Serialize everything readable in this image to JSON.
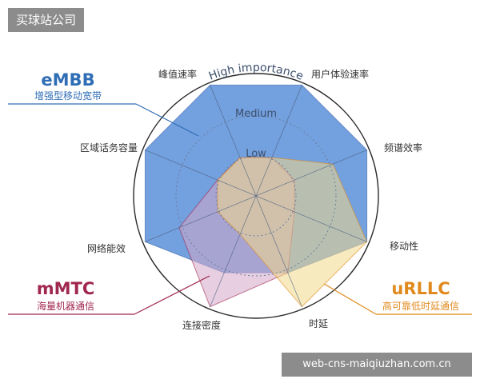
{
  "watermark_top": "买球站公司",
  "watermark_bottom": "web-cns-maiqiuzhan.com.cn",
  "levels": [
    "Low",
    "Medium",
    "High importance"
  ],
  "axes": [
    {
      "label": "峰值速率"
    },
    {
      "label": "用户体验速率"
    },
    {
      "label": "频谱效率"
    },
    {
      "label": "移动性"
    },
    {
      "label": "时延"
    },
    {
      "label": "连接密度"
    },
    {
      "label": "网络能效"
    },
    {
      "label": "区域话务容量"
    }
  ],
  "scenarios": [
    {
      "key": "embb",
      "title": "eMBB",
      "subtitle": "增强型移动宽带",
      "color": "#2f6db5",
      "fill": "#5b8fd8",
      "levels": [
        3,
        3,
        3,
        3,
        2,
        2,
        3,
        3
      ]
    },
    {
      "key": "mmtc",
      "title": "mMTC",
      "subtitle": "海量机器通信",
      "color": "#a0274e",
      "fill": "#d4a8c8",
      "levels": [
        1,
        1,
        1,
        1,
        2,
        3,
        2,
        1
      ]
    },
    {
      "key": "urllc",
      "title": "uRLLC",
      "subtitle": "高可靠低时延通信",
      "color": "#e08a1e",
      "fill": "#f3d98a",
      "levels": [
        1,
        1,
        2,
        3,
        3,
        1,
        1,
        1
      ]
    }
  ]
}
